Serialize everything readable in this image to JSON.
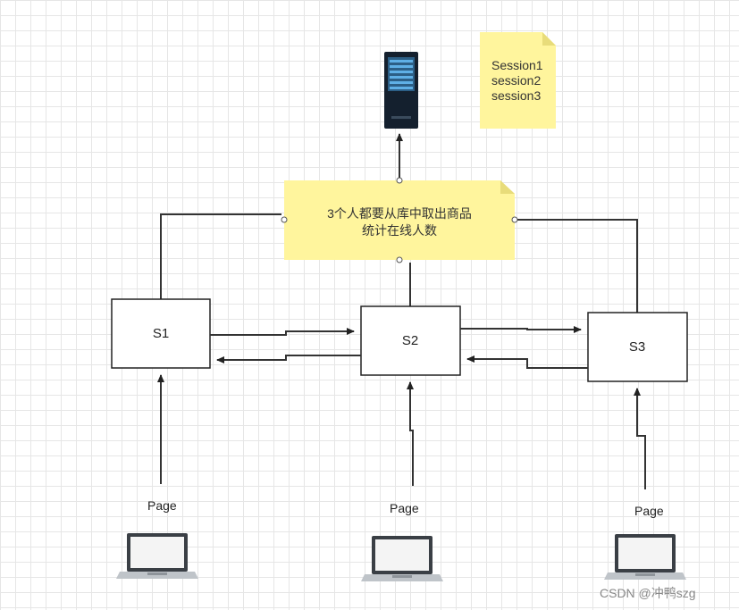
{
  "note": {
    "line1": "3个人都要从库中取出商品",
    "line2": "统计在线人数"
  },
  "sessions": [
    "Session1",
    "session2",
    "session3"
  ],
  "servers": [
    {
      "id": "s1",
      "label": "S1"
    },
    {
      "id": "s2",
      "label": "S2"
    },
    {
      "id": "s3",
      "label": "S3"
    }
  ],
  "clients": [
    {
      "label": "Page"
    },
    {
      "label": "Page"
    },
    {
      "label": "Page"
    }
  ],
  "watermark": "CSDN @冲鸭szg",
  "colors": {
    "note_fill": "#fff59d",
    "edge": "#333333",
    "server_dark": "#14202e",
    "server_screen": "#4a93c7"
  }
}
